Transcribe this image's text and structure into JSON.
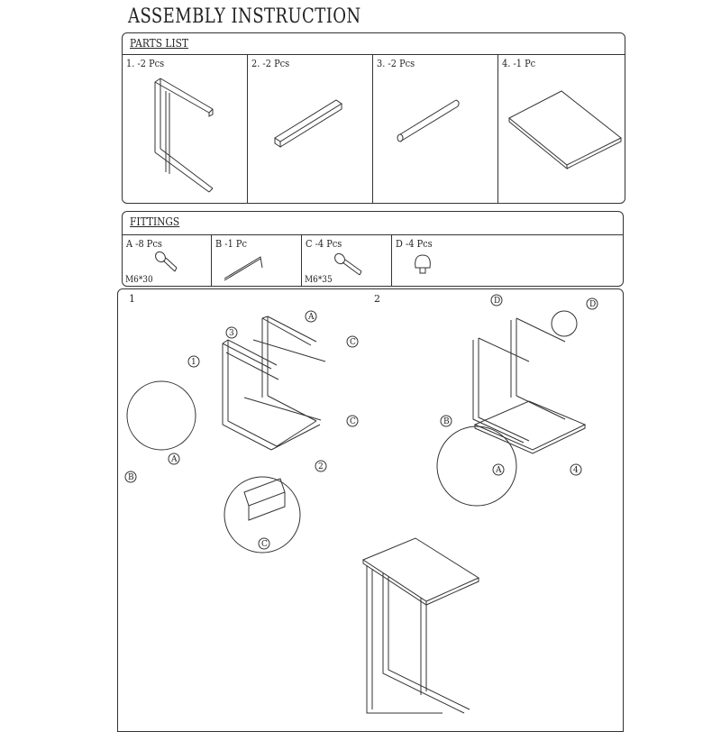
{
  "title": "ASSEMBLY INSTRUCTION",
  "parts_list": {
    "heading": "PARTS LIST",
    "items": [
      {
        "label": "1. -2 Pcs",
        "icon": "c-frame"
      },
      {
        "label": "2. -2 Pcs",
        "icon": "square-tube"
      },
      {
        "label": "3. -2 Pcs",
        "icon": "round-tube"
      },
      {
        "label": "4. -1 Pc",
        "icon": "tabletop-panel"
      }
    ]
  },
  "fittings": {
    "heading": "FITTINGS",
    "items": [
      {
        "label": "A -8 Pcs",
        "spec": "M6*30",
        "icon": "bolt"
      },
      {
        "label": "B -1 Pc",
        "icon": "allen-key"
      },
      {
        "label": "C -4 Pcs",
        "spec": "M6*35",
        "icon": "bolt"
      },
      {
        "label": "D -4 Pcs",
        "icon": "foot-pad"
      }
    ]
  },
  "steps": {
    "step1": {
      "number": "1",
      "callouts": {
        "part1": "1",
        "part2": "2",
        "part3": "3",
        "a_top": "A",
        "c_top": "C",
        "c_mid": "C",
        "a_detail": "A",
        "b_detail": "B",
        "c_detail": "C"
      }
    },
    "step2": {
      "number": "2",
      "callouts": {
        "d_left": "D",
        "d_right": "D",
        "b_detail": "B",
        "a_detail": "A",
        "part4": "4"
      }
    }
  }
}
